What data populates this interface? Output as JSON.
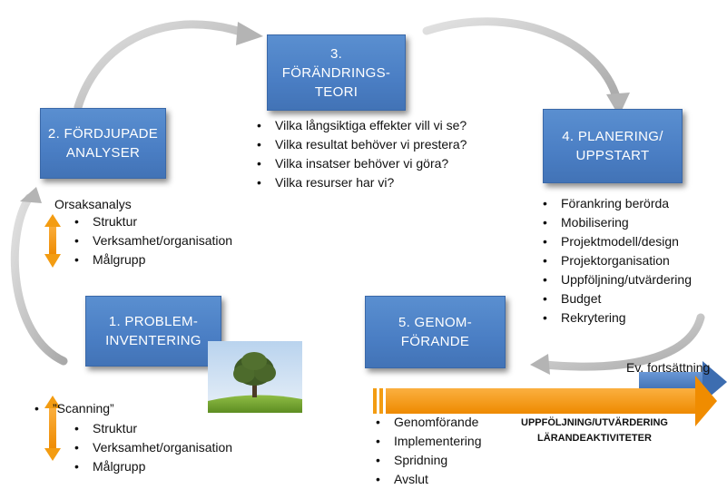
{
  "boxes": {
    "box2": {
      "line1": "2. FÖRDJUPADE",
      "line2": "ANALYSER"
    },
    "box3": {
      "line1": "3.",
      "line2": "FÖRÄNDRINGS-",
      "line3": "TEORI"
    },
    "box4": {
      "line1": "4. PLANERING/",
      "line2": "UPPSTART"
    },
    "box1": {
      "line1": "1. PROBLEM-",
      "line2": "INVENTERING"
    },
    "box5": {
      "line1": "5. GENOM-",
      "line2": "FÖRANDE"
    }
  },
  "theory_questions": [
    "Vilka långsiktiga effekter vill vi se?",
    "Vilka resultat behöver vi prestera?",
    "Vilka insatser behöver vi göra?",
    "Vilka resurser har vi?"
  ],
  "analysis": {
    "heading": "Orsaksanalys",
    "items": [
      "Struktur",
      "Verksamhet/organisation",
      "Målgrupp"
    ]
  },
  "inventory": {
    "heading": "”Scanning”",
    "items": [
      "Struktur",
      "Verksamhet/organisation",
      "Målgrupp"
    ]
  },
  "planning_items": [
    "Förankring berörda",
    "Mobilisering",
    "Projektmodell/design",
    "Projektorganisation",
    "Uppföljning/utvärdering",
    "Budget",
    "Rekrytering"
  ],
  "implementation_items": [
    "Genomförande",
    "Implementering",
    "Spridning",
    "Avslut"
  ],
  "continuation_label": "Ev. fortsättning",
  "followup_label": {
    "line1": "UPPFÖLJNING/UTVÄRDERING",
    "line2": "LÄRANDEAKTIVITETER"
  },
  "colors": {
    "box_blue": "#4f86c9",
    "orange": "#f39c12",
    "cycle_arrow_gray": "#c8c8c8",
    "continuation_blue": "#4f7fc0"
  }
}
